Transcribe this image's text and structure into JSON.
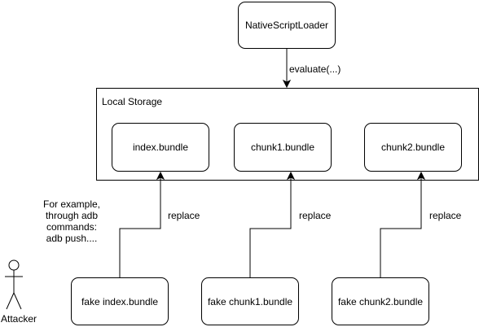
{
  "diagram": {
    "loader": "NativeScriptLoader",
    "evaluate_label": "evaluate(...)",
    "storage_title": "Local Storage",
    "bundles": [
      "index.bundle",
      "chunk1.bundle",
      "chunk2.bundle"
    ],
    "fakes": [
      "fake index.bundle",
      "fake chunk1.bundle",
      "fake chunk2.bundle"
    ],
    "replace_labels": [
      "replace",
      "replace",
      "replace"
    ],
    "note_lines": [
      "For example,",
      "through adb",
      "commands:",
      "adb push...."
    ],
    "actor": "Attacker"
  }
}
